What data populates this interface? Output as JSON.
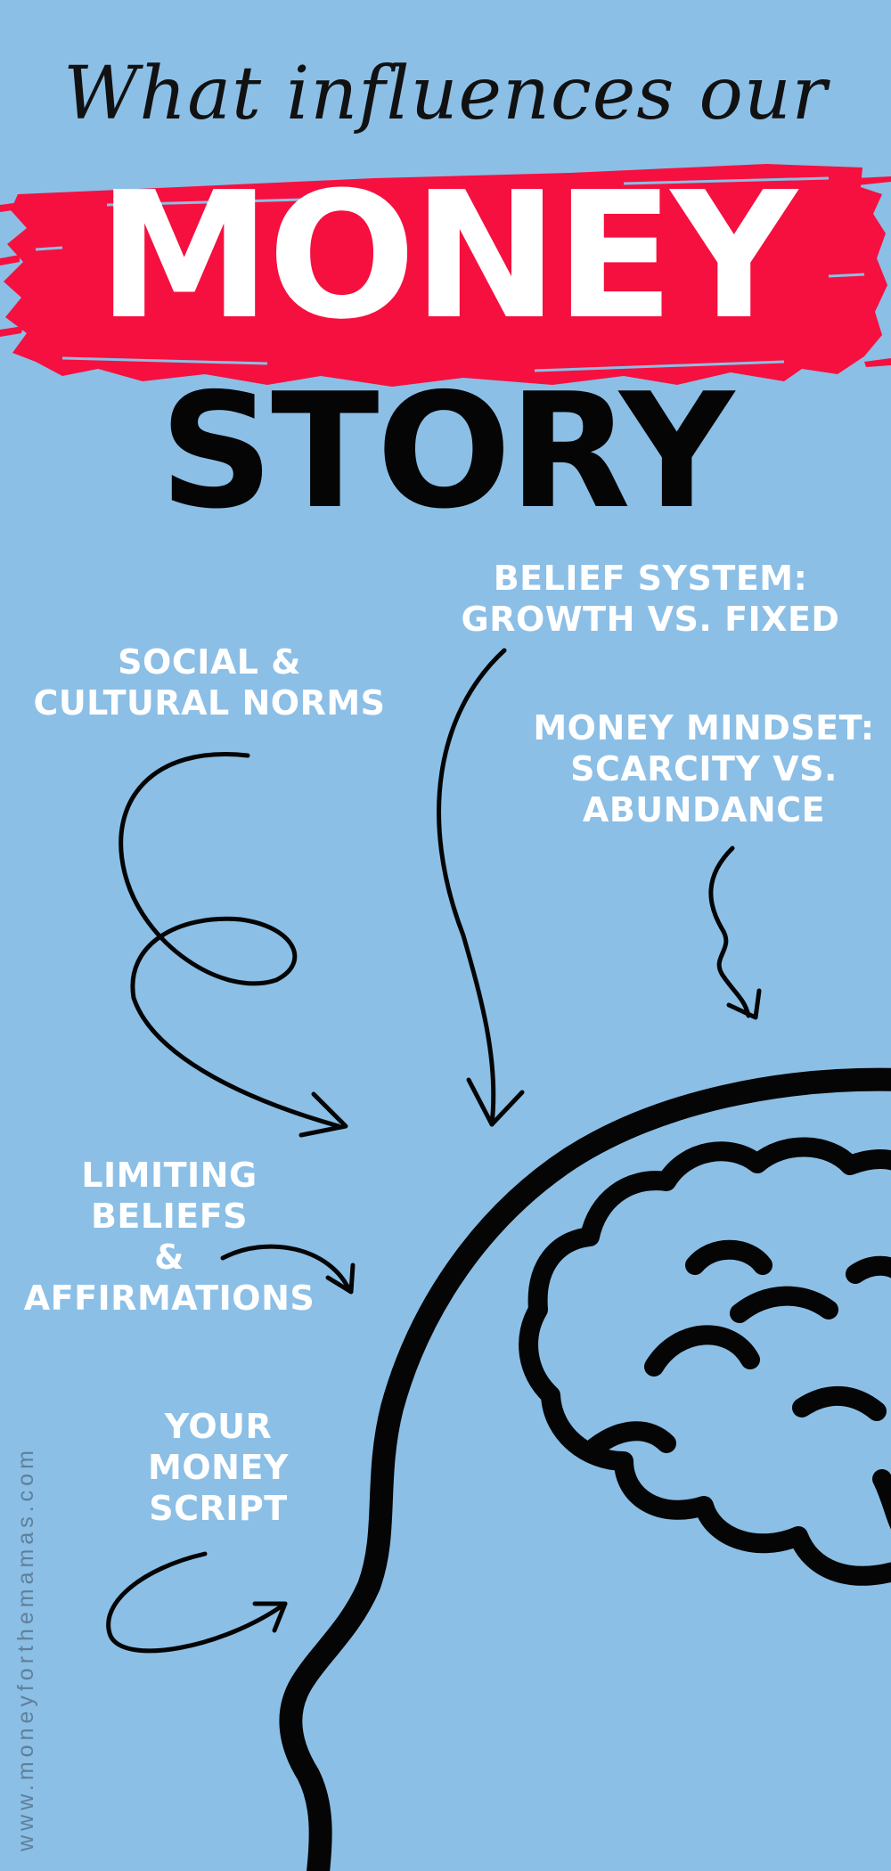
{
  "header": {
    "script_line": "What influences our",
    "highlight_word": "MONEY",
    "main_word": "STORY"
  },
  "labels": {
    "belief_system": [
      "BELIEF SYSTEM:",
      "GROWTH VS. FIXED"
    ],
    "social_norms": [
      "SOCIAL &",
      "CULTURAL NORMS"
    ],
    "money_mindset": [
      "MONEY MINDSET:",
      "SCARCITY VS.",
      "ABUNDANCE"
    ],
    "limiting_beliefs": [
      "LIMITING",
      "BELIEFS",
      "&",
      "AFFIRMATIONS"
    ],
    "money_script": [
      "YOUR",
      "MONEY",
      "SCRIPT"
    ]
  },
  "footer": {
    "website": "www.moneyforthemamas.com"
  },
  "colors": {
    "background": "#8bbfe6",
    "brush_red": "#f5103f",
    "ink": "#050505",
    "label_text": "#ffffff"
  },
  "icons": [
    "brush-stroke",
    "arrow-icon",
    "head-outline-icon",
    "brain-icon"
  ]
}
